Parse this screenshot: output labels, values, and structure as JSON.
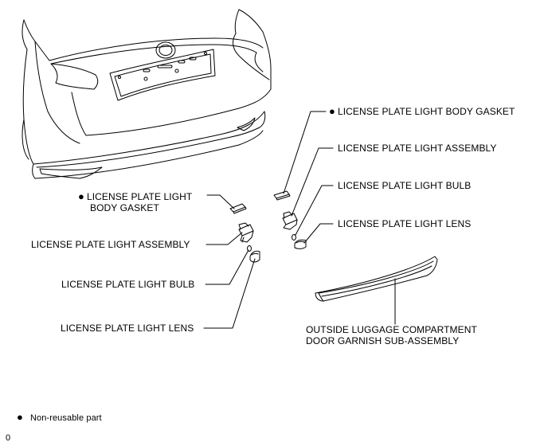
{
  "labels": {
    "gasket_right": "LICENSE PLATE LIGHT BODY GASKET",
    "assembly_right": "LICENSE PLATE LIGHT ASSEMBLY",
    "bulb_right": "LICENSE PLATE LIGHT BULB",
    "lens_right": "LICENSE PLATE LIGHT LENS",
    "gasket_left_line1": "LICENSE PLATE LIGHT",
    "gasket_left_line2": "BODY GASKET",
    "assembly_left": "LICENSE PLATE LIGHT ASSEMBLY",
    "bulb_left": "LICENSE PLATE LIGHT BULB",
    "lens_left": "LICENSE PLATE LIGHT LENS",
    "garnish_line1": "OUTSIDE LUGGAGE COMPARTMENT",
    "garnish_line2": "DOOR GARNISH SUB-ASSEMBLY"
  },
  "legend": {
    "bullet": "●",
    "text": "Non-reusable part"
  },
  "figure_code": "0",
  "colors": {
    "line": "#000000",
    "background": "#ffffff"
  }
}
